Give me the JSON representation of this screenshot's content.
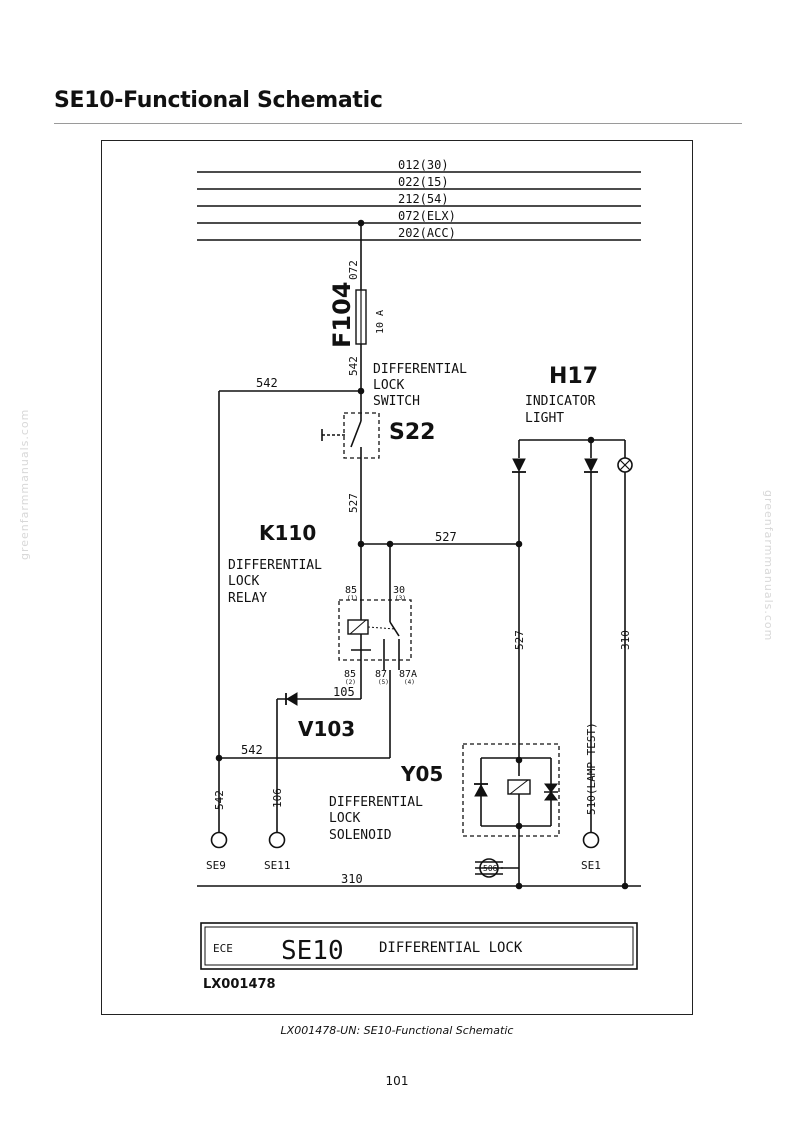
{
  "header": {
    "title": "SE10-Functional Schematic"
  },
  "watermark": "greenfarmmanuals.com",
  "diagram": {
    "bus_lines": [
      "012(30)",
      "022(15)",
      "212(54)",
      "072(ELX)",
      "202(ACC)"
    ],
    "wires": {
      "w072": "072",
      "w542_vertical": "542",
      "w542_top": "542",
      "w527_vertical": "527",
      "w527_horizontal": "527",
      "w527_right": "527",
      "w105": "105",
      "w542_bottom": "542",
      "w542_se9": "542",
      "w106": "106",
      "w310_right": "310",
      "w510": "510(LAMP TEST)",
      "w310_bottom": "310"
    },
    "fuse": {
      "code": "F104",
      "rating": "10 A"
    },
    "switch": {
      "code": "S22",
      "label": [
        "DIFFERENTIAL",
        "LOCK",
        "SWITCH"
      ]
    },
    "indicator": {
      "code": "H17",
      "label": [
        "INDICATOR",
        "LIGHT"
      ]
    },
    "relay": {
      "code": "K110",
      "label": [
        "DIFFERENTIAL",
        "LOCK",
        "RELAY"
      ],
      "pins": [
        {
          "num": "85",
          "sub": "(1)"
        },
        {
          "num": "30",
          "sub": "(3)"
        },
        {
          "num": "85",
          "sub": "(2)"
        },
        {
          "num": "87",
          "sub": "(5)"
        },
        {
          "num": "87A",
          "sub": "(4)"
        }
      ]
    },
    "diode": {
      "code": "V103"
    },
    "solenoid": {
      "code": "Y05",
      "label": [
        "DIFFERENTIAL",
        "LOCK",
        "SOLENOID"
      ]
    },
    "grounds": [
      "SE9",
      "SE11",
      "SE1"
    ],
    "ground_symbol": "506",
    "title_block": {
      "prefix": "ECE",
      "code": "SE10",
      "name": "DIFFERENTIAL LOCK"
    },
    "drawing_id": "LX001478"
  },
  "caption": "LX001478-UN: SE10-Functional Schematic",
  "page_number": "101"
}
